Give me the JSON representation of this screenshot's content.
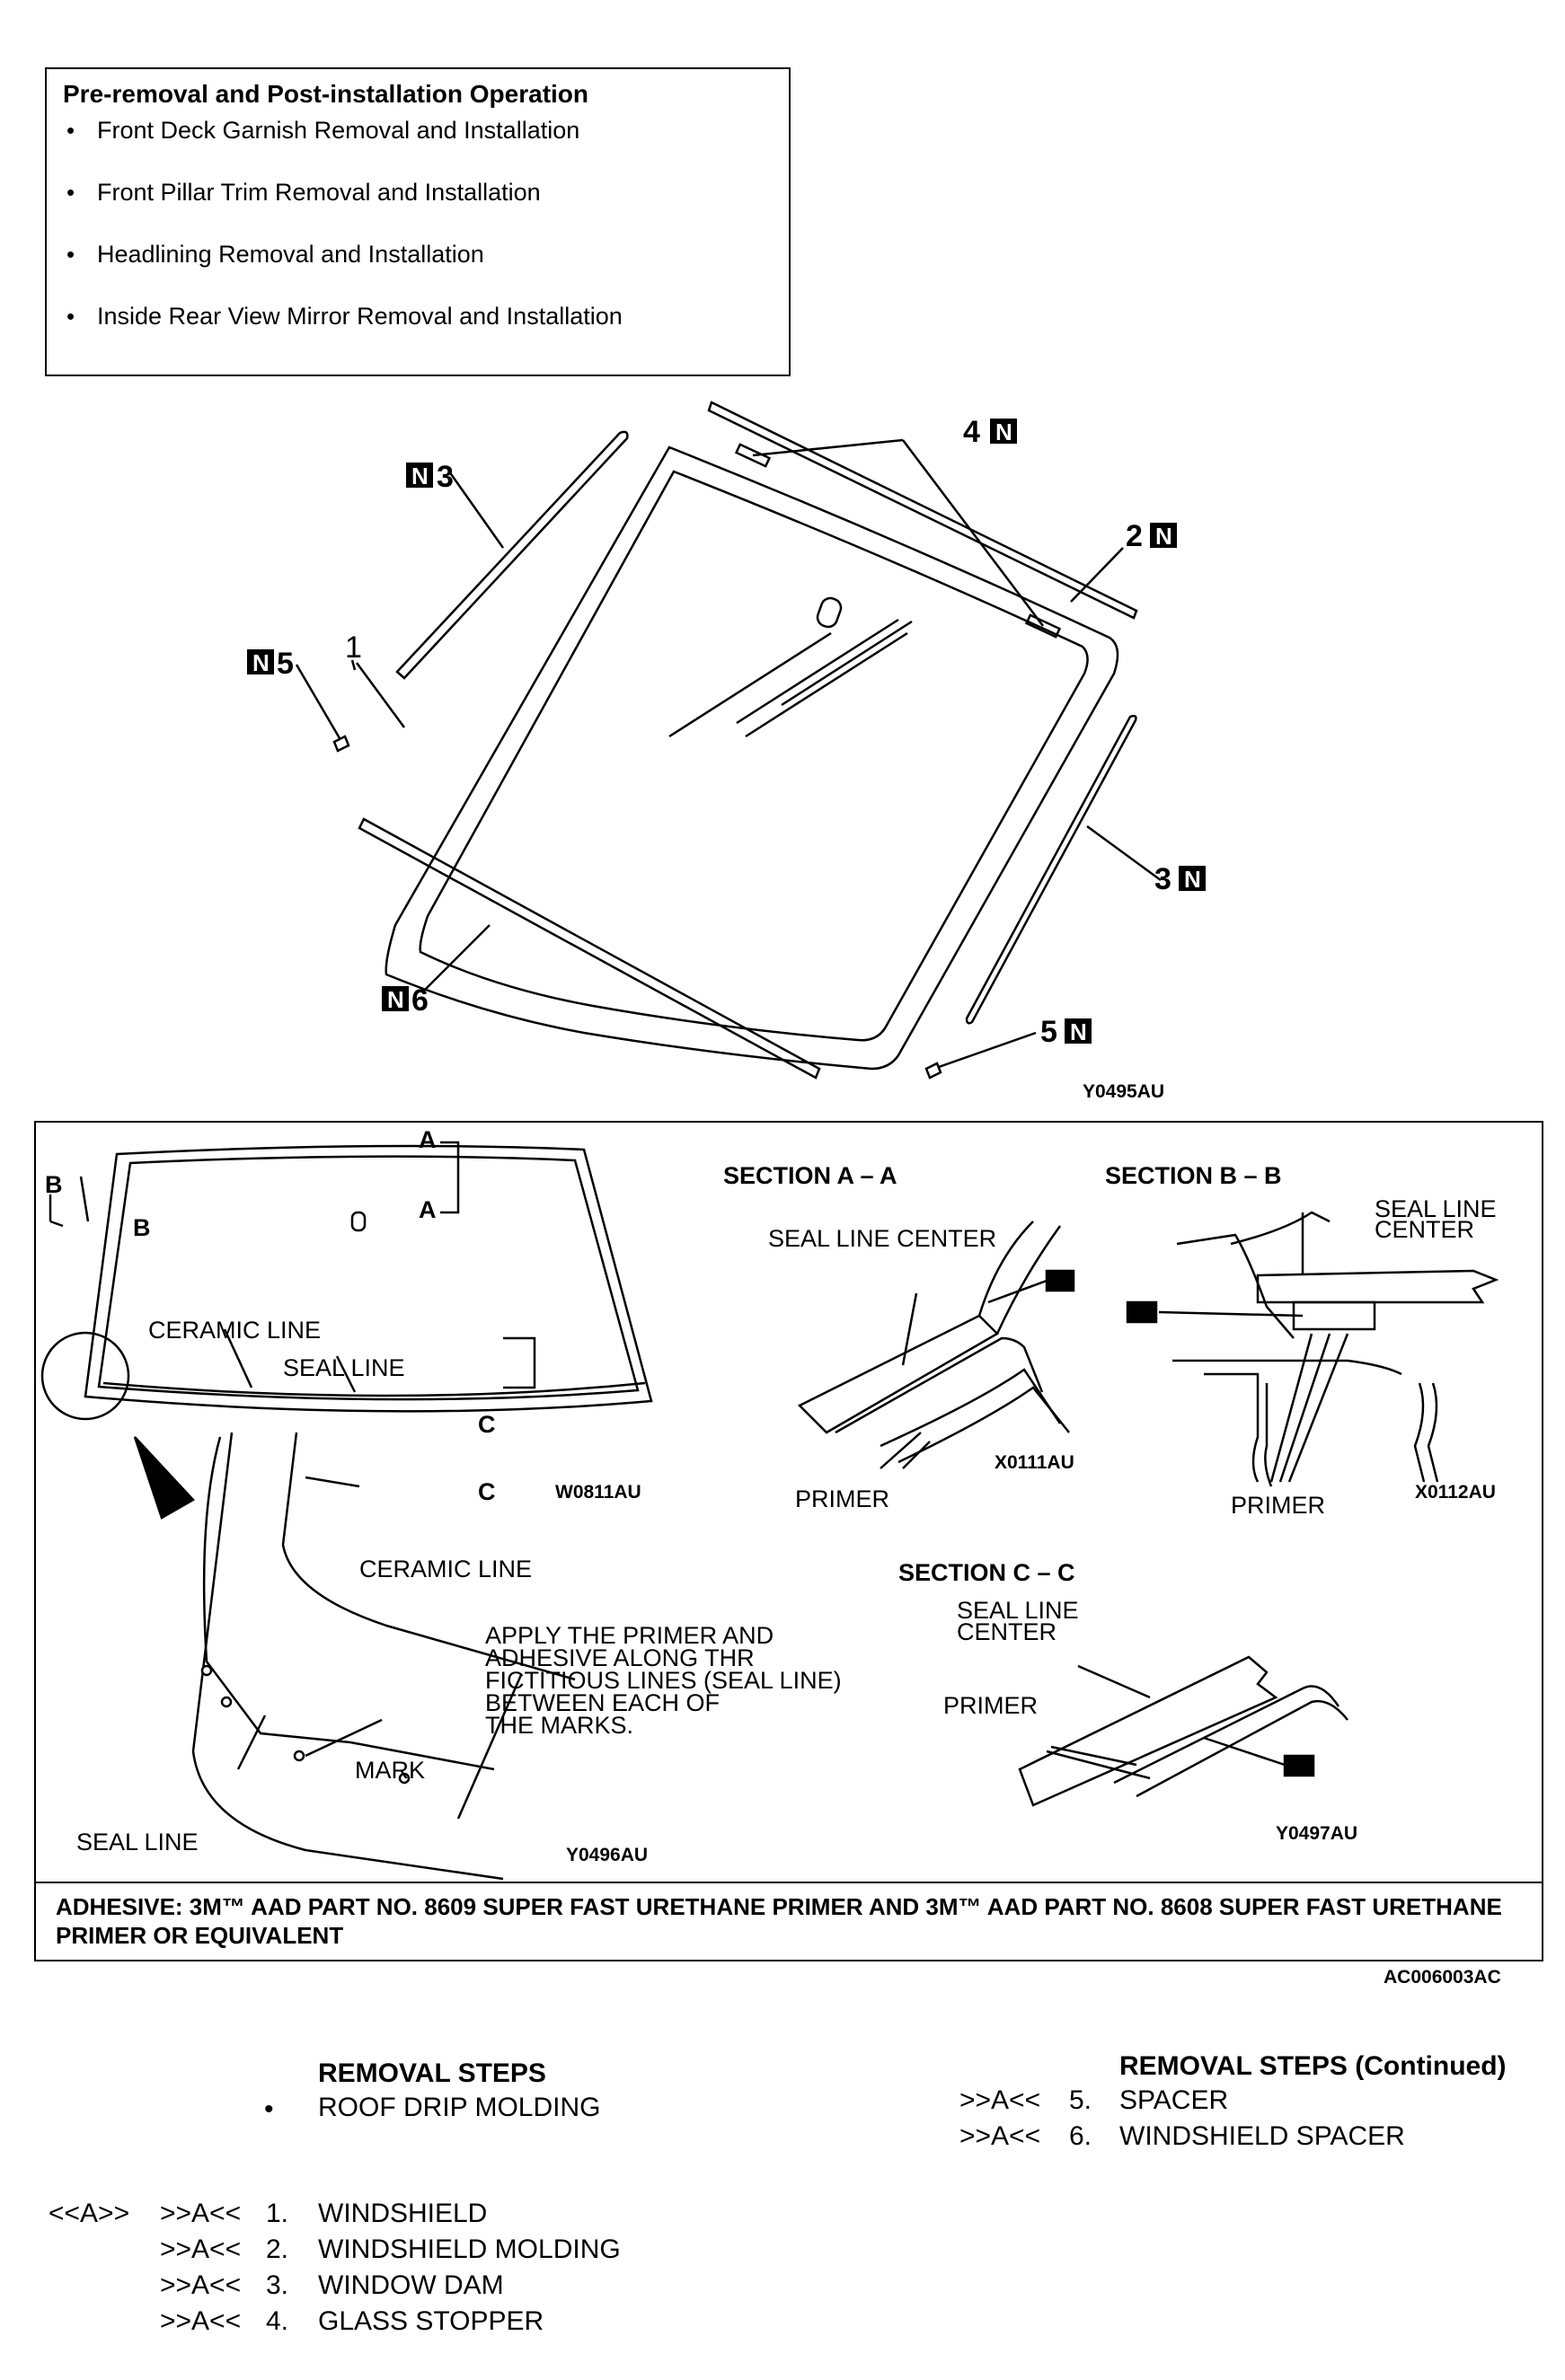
{
  "pre_removal": {
    "title": "Pre-removal and Post-installation Operation",
    "items": [
      "Front Deck Garnish Removal and Installation",
      "Front Pillar Trim Removal and Installation",
      "Headlining Removal and Installation",
      "Inside Rear View Mirror Removal and Installation"
    ]
  },
  "exploded_view": {
    "callouts": {
      "c1": "1",
      "c2": "2",
      "c3_left": "3",
      "c3_right": "3",
      "c4": "4",
      "c5_left": "5",
      "c5_right": "5",
      "c6": "6",
      "n": "N"
    },
    "code": "Y0495AU"
  },
  "detail": {
    "front_view": {
      "label_a1": "A",
      "label_a2": "A",
      "label_b1": "B",
      "label_b2": "B",
      "label_c1": "C",
      "label_c2": "C",
      "ceramic_line": "CERAMIC LINE",
      "seal_line": "SEAL LINE",
      "code": "W0811AU"
    },
    "corner_detail": {
      "ceramic_line": "CERAMIC LINE",
      "note": [
        "APPLY THE PRIMER AND",
        "ADHESIVE ALONG THR",
        "FICTITIOUS LINES (SEAL LINE)",
        "BETWEEN EACH OF",
        "THE MARKS."
      ],
      "mark": "MARK",
      "seal_line": "SEAL LINE",
      "code": "Y0496AU"
    },
    "section_aa": {
      "title": "SECTION A – A",
      "seal_line_center": "SEAL LINE CENTER",
      "primer": "PRIMER",
      "code": "X0111AU"
    },
    "section_bb": {
      "title": "SECTION B – B",
      "seal_line_center": [
        "SEAL LINE",
        "CENTER"
      ],
      "primer": "PRIMER",
      "code": "X0112AU"
    },
    "section_cc": {
      "title": "SECTION C – C",
      "seal_line_center": [
        "SEAL LINE",
        "CENTER"
      ],
      "primer": "PRIMER",
      "code": "Y0497AU"
    },
    "adhesive": "ADHESIVE: 3M™ AAD PART NO. 8609 SUPER FAST URETHANE PRIMER AND 3M™ AAD PART NO. 8608 SUPER FAST URETHANE PRIMER OR EQUIVALENT",
    "code": "AC006003AC"
  },
  "removal_steps": {
    "heading": "REMOVAL STEPS",
    "bullet_item": "ROOF DRIP MOLDING",
    "steps": [
      {
        "pre": "<<A>>",
        "ref": ">>A<<",
        "num": "1.",
        "name": "WINDSHIELD"
      },
      {
        "pre": "",
        "ref": ">>A<<",
        "num": "2.",
        "name": "WINDSHIELD MOLDING"
      },
      {
        "pre": "",
        "ref": ">>A<<",
        "num": "3.",
        "name": "WINDOW DAM"
      },
      {
        "pre": "",
        "ref": ">>A<<",
        "num": "4.",
        "name": "GLASS STOPPER"
      }
    ]
  },
  "removal_steps_continued": {
    "heading": "REMOVAL STEPS (Continued)",
    "steps": [
      {
        "ref": ">>A<<",
        "num": "5.",
        "name": "SPACER"
      },
      {
        "ref": ">>A<<",
        "num": "6.",
        "name": "WINDSHIELD SPACER"
      }
    ]
  }
}
